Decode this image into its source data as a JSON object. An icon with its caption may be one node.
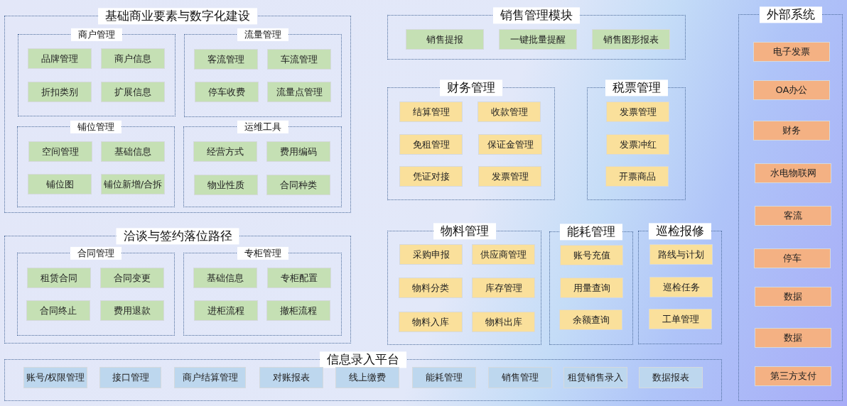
{
  "diagram": {
    "nodes": [
      {
        "text": [
          "基础商业要素与数字化建设"
        ]
      },
      {
        "text": [
          "商户管理"
        ],
        "in": 0
      },
      {
        "text": [
          "品牌管理"
        ],
        "in": 1
      },
      {
        "text": [
          "商户信息"
        ],
        "in": 1
      },
      {
        "text": [
          "折扣类别"
        ],
        "in": 1
      },
      {
        "text": [
          "扩展信息"
        ],
        "in": 1
      },
      {
        "text": [
          "流量管理"
        ],
        "in": 0
      },
      {
        "text": [
          "客流管理"
        ],
        "in": 6
      },
      {
        "text": [
          "车流管理"
        ],
        "in": 6
      },
      {
        "text": [
          "停车收费"
        ],
        "in": 6
      },
      {
        "text": [
          "流量点管理"
        ],
        "in": 6
      },
      {
        "text": [
          "铺位管理"
        ],
        "in": 0
      },
      {
        "text": [
          "空间管理"
        ],
        "in": 11
      },
      {
        "text": [
          "基础信息"
        ],
        "in": 11
      },
      {
        "text": [
          "铺位图"
        ],
        "in": 11
      },
      {
        "text": [
          "铺位新增/合拆"
        ],
        "in": 11
      },
      {
        "text": [
          "运维工具"
        ],
        "in": 0
      },
      {
        "text": [
          "经营方式"
        ],
        "in": 16
      },
      {
        "text": [
          "费用编码"
        ],
        "in": 16
      },
      {
        "text": [
          "物业性质"
        ],
        "in": 16
      },
      {
        "text": [
          "合同种类"
        ],
        "in": 16
      },
      {
        "text": [
          "销售管理模块"
        ]
      },
      {
        "text": [
          "销售提报"
        ],
        "in": 21
      },
      {
        "text": [
          "一键批量提醒"
        ],
        "in": 21
      },
      {
        "text": [
          "销售图形报表"
        ],
        "in": 21
      },
      {
        "text": [
          "外部系统"
        ]
      },
      {
        "text": [
          "电子发票"
        ],
        "in": 25
      },
      {
        "text": [
          "OA办公"
        ],
        "in": 25
      },
      {
        "text": [
          "财务"
        ],
        "in": 25
      },
      {
        "text": [
          "水电物联网"
        ],
        "in": 25
      },
      {
        "text": [
          "客流"
        ],
        "in": 25
      },
      {
        "text": [
          "停车"
        ],
        "in": 25
      },
      {
        "text": [
          "数据"
        ],
        "in": 25
      },
      {
        "text": [
          "数据"
        ],
        "in": 25
      },
      {
        "text": [
          "第三方支付"
        ],
        "in": 25
      },
      {
        "text": [
          "财务管理"
        ]
      },
      {
        "text": [
          "结算管理"
        ],
        "in": 35
      },
      {
        "text": [
          "收款管理"
        ],
        "in": 35
      },
      {
        "text": [
          "免租管理"
        ],
        "in": 35
      },
      {
        "text": [
          "保证金管理"
        ],
        "in": 35
      },
      {
        "text": [
          "凭证对接"
        ],
        "in": 35
      },
      {
        "text": [
          "发票管理"
        ],
        "in": 35
      },
      {
        "text": [
          "税票管理"
        ]
      },
      {
        "text": [
          "发票管理"
        ],
        "in": 42
      },
      {
        "text": [
          "发票冲红"
        ],
        "in": 42
      },
      {
        "text": [
          "开票商品"
        ],
        "in": 42
      },
      {
        "text": [
          "洽谈与签约落位路径"
        ]
      },
      {
        "text": [
          "合同管理"
        ],
        "in": 46
      },
      {
        "text": [
          "租赁合同"
        ],
        "in": 47
      },
      {
        "text": [
          "合同变更"
        ],
        "in": 47
      },
      {
        "text": [
          "合同终止"
        ],
        "in": 47
      },
      {
        "text": [
          "费用退款"
        ],
        "in": 47
      },
      {
        "text": [
          "专柜管理"
        ],
        "in": 46
      },
      {
        "text": [
          "基础信息"
        ],
        "in": 52
      },
      {
        "text": [
          "专柜配置"
        ],
        "in": 52
      },
      {
        "text": [
          "进柜流程"
        ],
        "in": 52
      },
      {
        "text": [
          "撤柜流程"
        ],
        "in": 52
      },
      {
        "text": [
          "物料管理"
        ]
      },
      {
        "text": [
          "采购申报"
        ],
        "in": 57
      },
      {
        "text": [
          "供应商管理"
        ],
        "in": 57
      },
      {
        "text": [
          "物料分类"
        ],
        "in": 57
      },
      {
        "text": [
          "库存管理"
        ],
        "in": 57
      },
      {
        "text": [
          "物料入库"
        ],
        "in": 57
      },
      {
        "text": [
          "物料出库"
        ],
        "in": 57
      },
      {
        "text": [
          "能耗管理"
        ]
      },
      {
        "text": [
          "账号充值"
        ],
        "in": 64
      },
      {
        "text": [
          "用量查询"
        ],
        "in": 64
      },
      {
        "text": [
          "余额查询"
        ],
        "in": 64
      },
      {
        "text": [
          "巡检报修"
        ]
      },
      {
        "text": [
          "路线与计划"
        ],
        "in": 68
      },
      {
        "text": [
          "巡检任务"
        ],
        "in": 68
      },
      {
        "text": [
          "工单管理"
        ],
        "in": 68
      },
      {
        "text": [
          "信息录入平台"
        ]
      },
      {
        "text": [
          "账号/权限管理"
        ],
        "in": 72
      },
      {
        "text": [
          "接口管理"
        ],
        "in": 72
      },
      {
        "text": [
          "商户结算管理"
        ],
        "in": 72
      },
      {
        "text": [
          "对账报表"
        ],
        "in": 72
      },
      {
        "text": [
          "线上缴费"
        ],
        "in": 72
      },
      {
        "text": [
          "能耗管理"
        ],
        "in": 72
      },
      {
        "text": [
          "销售管理"
        ],
        "in": 72
      },
      {
        "text": [
          "租赁销售录入"
        ],
        "in": 72
      },
      {
        "text": [
          "数据报表"
        ],
        "in": 72
      }
    ]
  }
}
